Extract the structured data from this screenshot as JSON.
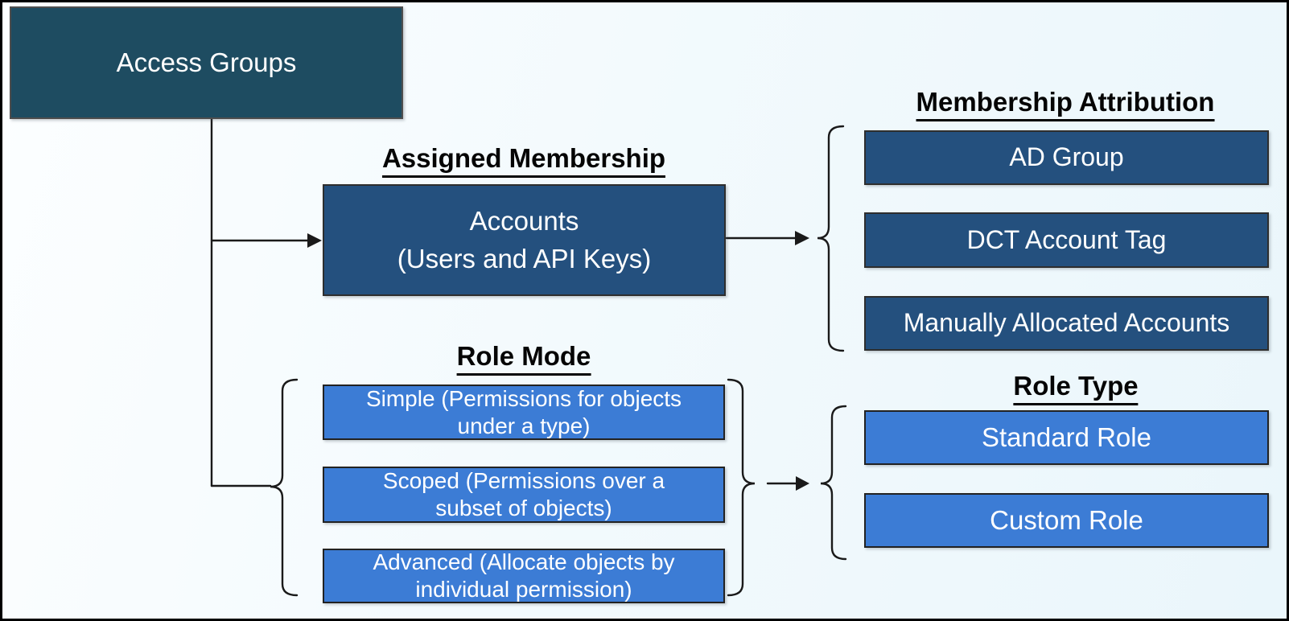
{
  "diagram": {
    "root_node": {
      "label": "Access Groups"
    },
    "assigned_membership": {
      "heading": "Assigned Membership",
      "node": {
        "line1": "Accounts",
        "line2": "(Users and API Keys)"
      }
    },
    "membership_attribution": {
      "heading": "Membership Attribution",
      "nodes": [
        "AD Group",
        "DCT Account Tag",
        "Manually Allocated Accounts"
      ]
    },
    "role_mode": {
      "heading": "Role Mode",
      "nodes": [
        {
          "line1": "Simple (Permissions for objects",
          "line2": "under a type)"
        },
        {
          "line1": "Scoped (Permissions over a",
          "line2": "subset of objects)"
        },
        {
          "line1": "Advanced (Allocate objects by",
          "line2": "individual permission)"
        }
      ]
    },
    "role_type": {
      "heading": "Role Type",
      "nodes": [
        "Standard Role",
        "Custom Role"
      ]
    },
    "colors": {
      "teal_node": "#1E4C61",
      "dark_blue_node": "#24507E",
      "light_blue_node": "#3C7CD5",
      "connector": "#1A1A1A"
    }
  }
}
